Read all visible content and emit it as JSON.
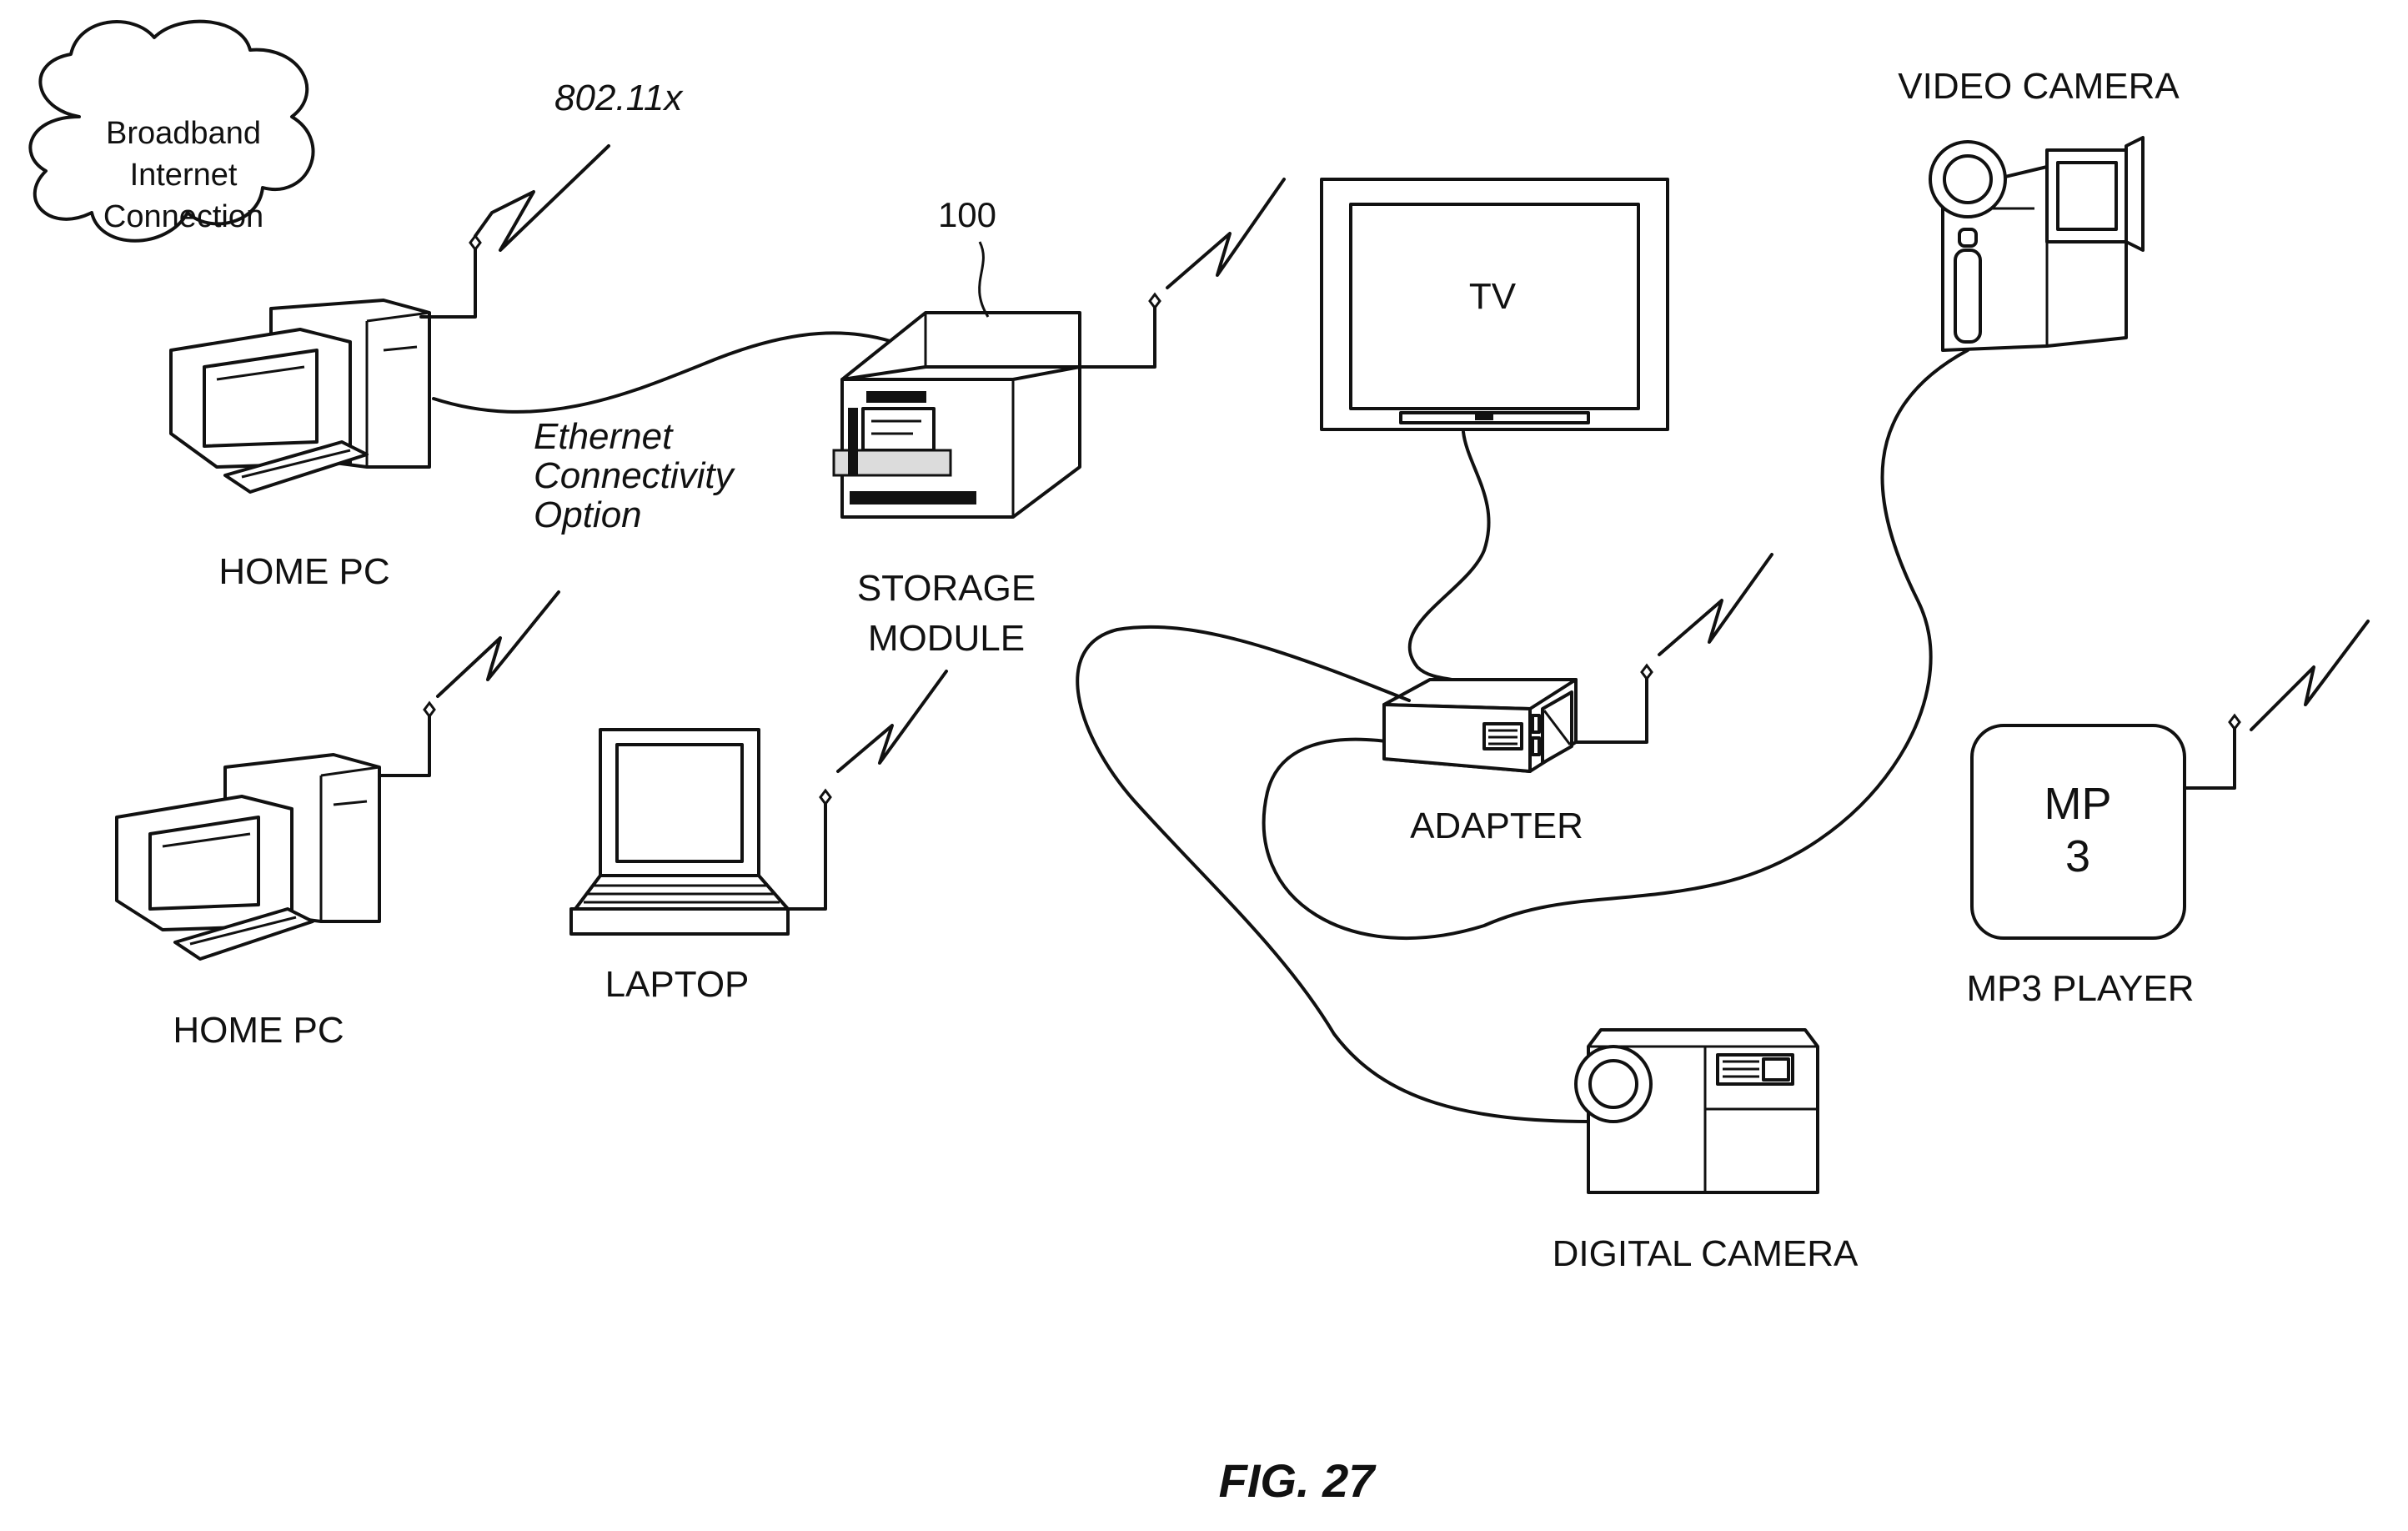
{
  "figure": {
    "caption": "FIG. 27",
    "reference_numeral": "100",
    "cloud": {
      "line1": "Broadband",
      "line2": "Internet",
      "line3": "Connection"
    },
    "wireless_standard": "802.11x",
    "ethernet": {
      "line1": "Ethernet",
      "line2": "Connectivity",
      "line3": "Option"
    },
    "devices": {
      "home_pc_top": "HOME PC",
      "home_pc_bottom": "HOME PC",
      "laptop": "LAPTOP",
      "storage_module": {
        "line1": "STORAGE",
        "line2": "MODULE"
      },
      "tv": {
        "screen_text": "TV"
      },
      "video_camera": "VIDEO CAMERA",
      "adapter": "ADAPTER",
      "mp3_player": {
        "face_line1": "MP",
        "face_line2": "3",
        "label": "MP3 PLAYER"
      },
      "digital_camera": "DIGITAL CAMERA"
    }
  }
}
